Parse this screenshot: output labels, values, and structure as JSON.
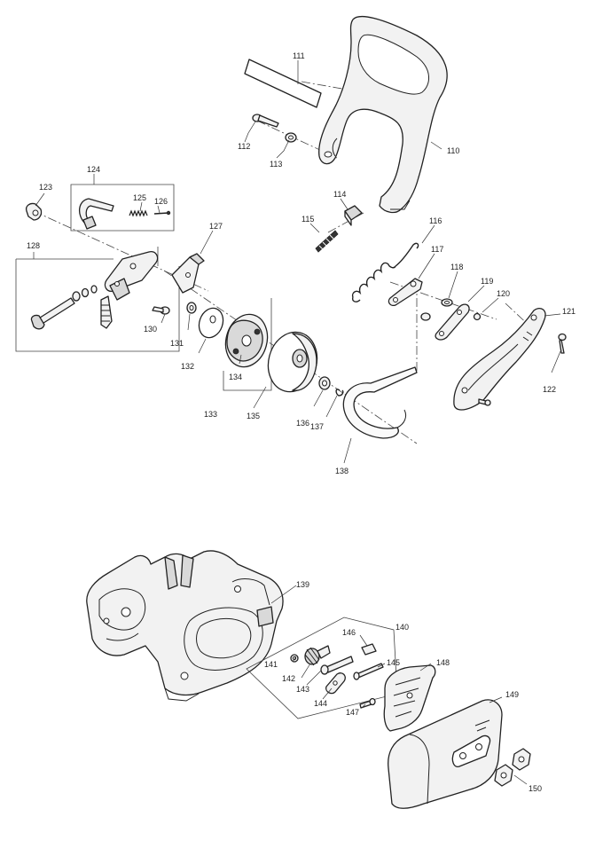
{
  "callouts": {
    "c110": "110",
    "c111": "111",
    "c112": "112",
    "c113": "113",
    "c114": "114",
    "c115": "115",
    "c116": "116",
    "c117": "117",
    "c118": "118",
    "c119": "119",
    "c120": "120",
    "c121": "121",
    "c122": "122",
    "c123": "123",
    "c124": "124",
    "c125": "125",
    "c126": "126",
    "c127": "127",
    "c128": "128",
    "c130": "130",
    "c131": "131",
    "c132": "132",
    "c133": "133",
    "c134": "134",
    "c135": "135",
    "c136": "136",
    "c137": "137",
    "c138": "138",
    "c139": "139",
    "c140": "140",
    "c141": "141",
    "c142": "142",
    "c143": "143",
    "c144": "144",
    "c145": "145",
    "c146": "146",
    "c147": "147",
    "c148": "148",
    "c149": "149",
    "c150": "150"
  }
}
